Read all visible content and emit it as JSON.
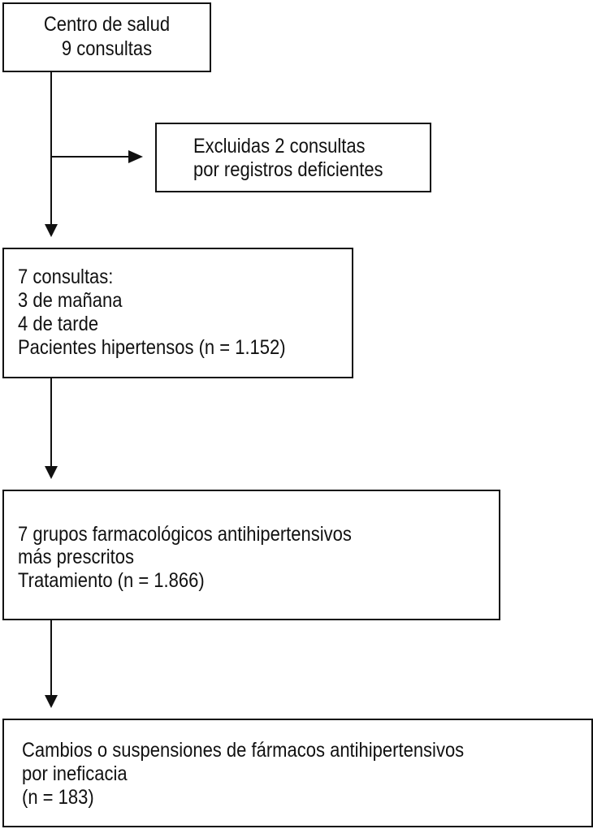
{
  "boxes": {
    "centro": {
      "lines": [
        "Centro de salud",
        "9 consultas"
      ]
    },
    "excluidas": {
      "lines": [
        "Excluidas 2 consultas",
        "por registros deficientes"
      ]
    },
    "consultas": {
      "lines": [
        "7 consultas:",
        "3 de mañana",
        "4 de tarde",
        "Pacientes hipertensos (n = 1.152)"
      ]
    },
    "grupos": {
      "lines": [
        "7 grupos farmacológicos antihipertensivos",
        "más prescritos",
        "Tratamiento (n = 1.866)"
      ]
    },
    "cambios": {
      "lines": [
        "Cambios o suspensiones de fármacos antihipertensivos",
        "por ineficacia",
        "(n = 183)"
      ]
    }
  },
  "colors": {
    "stroke": "#111111",
    "background": "#ffffff"
  }
}
